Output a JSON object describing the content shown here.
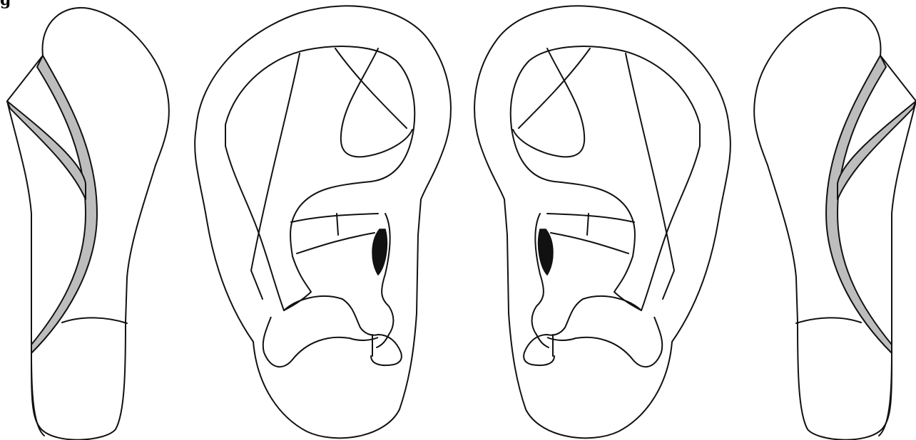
{
  "figure": {
    "label": "g",
    "views": [
      {
        "name": "left-profile-ear"
      },
      {
        "name": "left-front-ear"
      },
      {
        "name": "right-front-ear"
      },
      {
        "name": "right-profile-ear"
      }
    ],
    "colors": {
      "outline": "#111111",
      "band_fill": "#bdbdbd",
      "canal_fill": "#111111",
      "background": "#ffffff"
    }
  }
}
